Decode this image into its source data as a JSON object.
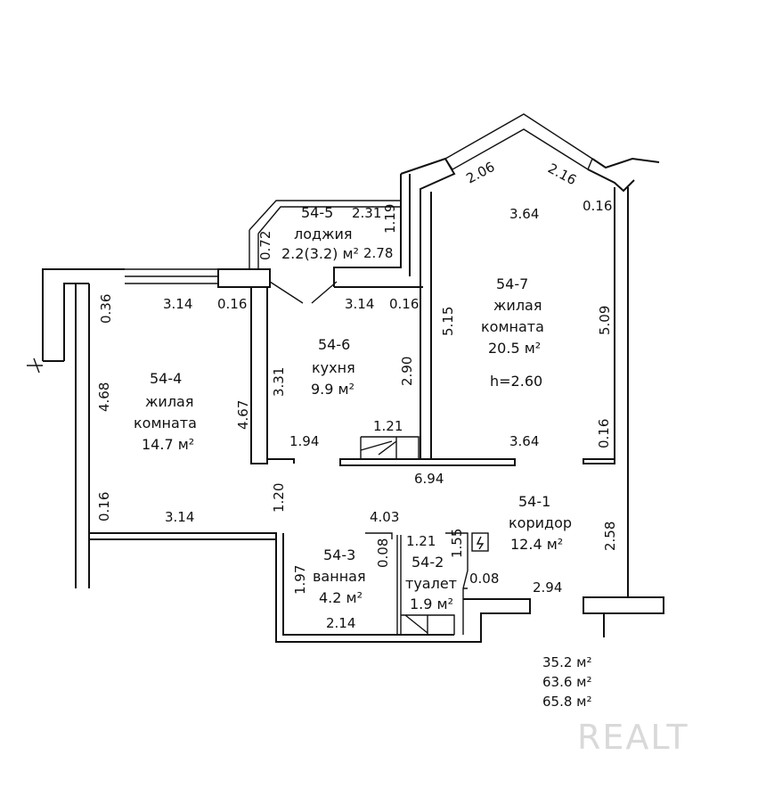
{
  "rooms": {
    "loggia": {
      "number": "54-5",
      "name": "лоджия",
      "area": "2.2(3.2)  м²"
    },
    "kitchen": {
      "number": "54-6",
      "name": "кухня",
      "area": "9.9  м²"
    },
    "living_left": {
      "number": "54-4",
      "name_line1": "жилая",
      "name_line2": "комната",
      "area": "14.7  м²"
    },
    "living_right": {
      "number": "54-7",
      "name_line1": "жилая",
      "name_line2": "комната",
      "area": "20.5  м²",
      "height": "h=2.60"
    },
    "corridor": {
      "number": "54-1",
      "name": "коридор",
      "area": "12.4  м²"
    },
    "bathroom": {
      "number": "54-3",
      "name": "ванная",
      "area": "4.2  м²"
    },
    "toilet": {
      "number": "54-2",
      "name": "туалет",
      "area": "1.9  м²"
    }
  },
  "dimensions": {
    "loggia_top": "2.31",
    "loggia_right": "1.19",
    "loggia_left": "0.72",
    "loggia_bottom": "2.78",
    "right_top_a": "2.06",
    "right_top_b": "2.16",
    "right_top_width": "3.64",
    "right_corner": "0.16",
    "left_corner": "0.36",
    "left_width": "3.14",
    "left_pier": "0.16",
    "left_height": "4.68",
    "kitchen_top": "3.14",
    "kitchen_pier": "0.16",
    "kitchen_left_a": "4.67",
    "kitchen_left_b": "3.31",
    "kitchen_right": "2.90",
    "kitchen_bottom": "1.94",
    "kitchen_step": "1.21",
    "right_left_height": "5.15",
    "right_right_height": "5.09",
    "right_bottom_width": "3.64",
    "right_pier": "0.16",
    "span": "6.94",
    "passage": "1.20",
    "left_low_pier": "0.16",
    "left_low_width": "3.14",
    "bath_top": "4.03",
    "bath_wall": "0.08",
    "bath_height": "1.97",
    "bath_bottom": "2.14",
    "toilet_width": "1.21",
    "toilet_depth": "1.55",
    "toilet_wall": "0.08",
    "corridor_right": "2.58",
    "corridor_bottom": "2.94"
  },
  "totals": [
    "35.2 м²",
    "63.6 м²",
    "65.8 м²"
  ],
  "watermark": "REALT"
}
